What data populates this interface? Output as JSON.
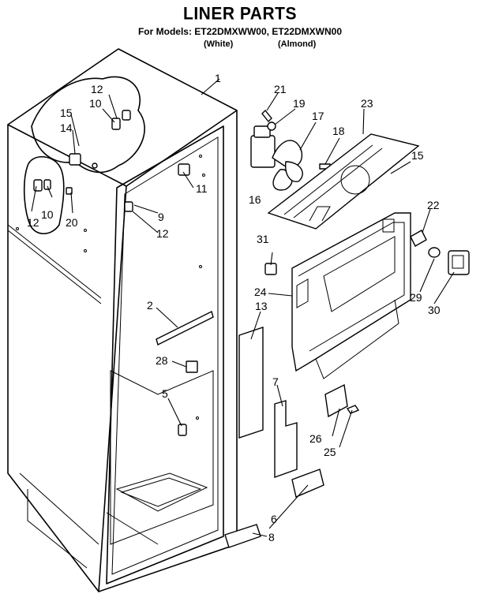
{
  "header": {
    "title": "LINER PARTS",
    "models": "For Models: ET22DMXWW00, ET22DMXWN00",
    "color_white": "(White)",
    "color_almond": "(Almond)"
  },
  "callouts": [
    "1",
    "2",
    "5",
    "6",
    "7",
    "8",
    "9",
    "10",
    "10",
    "11",
    "12",
    "12",
    "12",
    "13",
    "14",
    "15",
    "15",
    "16",
    "17",
    "18",
    "19",
    "20",
    "21",
    "22",
    "23",
    "24",
    "25",
    "26",
    "28",
    "29",
    "30",
    "31"
  ]
}
